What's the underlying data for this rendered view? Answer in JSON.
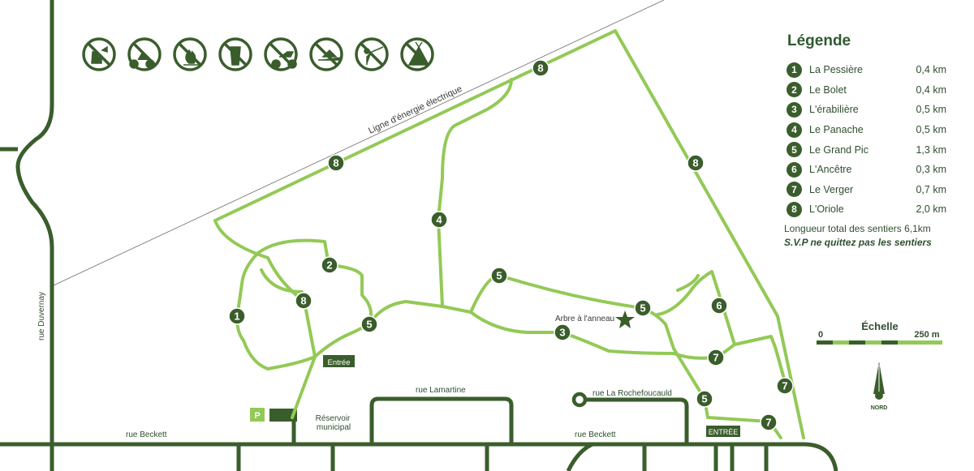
{
  "map": {
    "power_line_label": "Ligne d'énergie électrique",
    "streets": {
      "duvernay": "rue Duvernay",
      "beckett_west": "rue Beckett",
      "beckett_east": "rue Beckett",
      "lamartine": "rue Lamartine",
      "larochefoucauld": "rue La Rochefoucauld"
    },
    "reservoir_label_line1": "Réservoir",
    "reservoir_label_line2": "municipal",
    "parking_label": "P",
    "entrance_label": "Entrée",
    "entrance_label_main": "ENTRÉE",
    "tree_label": "Arbre à l'anneau",
    "north_label": "NORD",
    "prohibited_icons": [
      "no-dogs-icon",
      "no-bicycles-icon",
      "no-fires-icon",
      "no-litter-icon",
      "no-motorbikes-icon",
      "no-snowmobiles-icon",
      "no-hunting-icon",
      "no-camping-icon"
    ],
    "trail_markers": [
      "8",
      "8",
      "8",
      "4",
      "2",
      "8",
      "1",
      "5",
      "5",
      "5",
      "3",
      "6",
      "7",
      "7",
      "5",
      "7"
    ],
    "colors": {
      "trail": "#93c956",
      "street": "#3a5d2c",
      "marker": "#3a5d2c",
      "text": "#2f4f2f"
    }
  },
  "legend": {
    "title": "Légende",
    "items": [
      {
        "num": "1",
        "name": "La Pessière",
        "length": "0,4 km"
      },
      {
        "num": "2",
        "name": "Le Bolet",
        "length": "0,4 km"
      },
      {
        "num": "3",
        "name": "L'érabilière",
        "length": "0,5 km"
      },
      {
        "num": "4",
        "name": "Le Panache",
        "length": "0,5 km"
      },
      {
        "num": "5",
        "name": "Le Grand Pic",
        "length": "1,3 km"
      },
      {
        "num": "6",
        "name": "L'Ancêtre",
        "length": "0,3 km"
      },
      {
        "num": "7",
        "name": "Le Verger",
        "length": "0,7 km"
      },
      {
        "num": "8",
        "name": "L'Oriole",
        "length": "2,0 km"
      }
    ],
    "total": "Longueur total des sentiers 6,1km",
    "notice": "S.V.P ne quittez pas les sentiers"
  },
  "scale": {
    "title": "Échelle",
    "min": "0",
    "max": "250 m"
  }
}
